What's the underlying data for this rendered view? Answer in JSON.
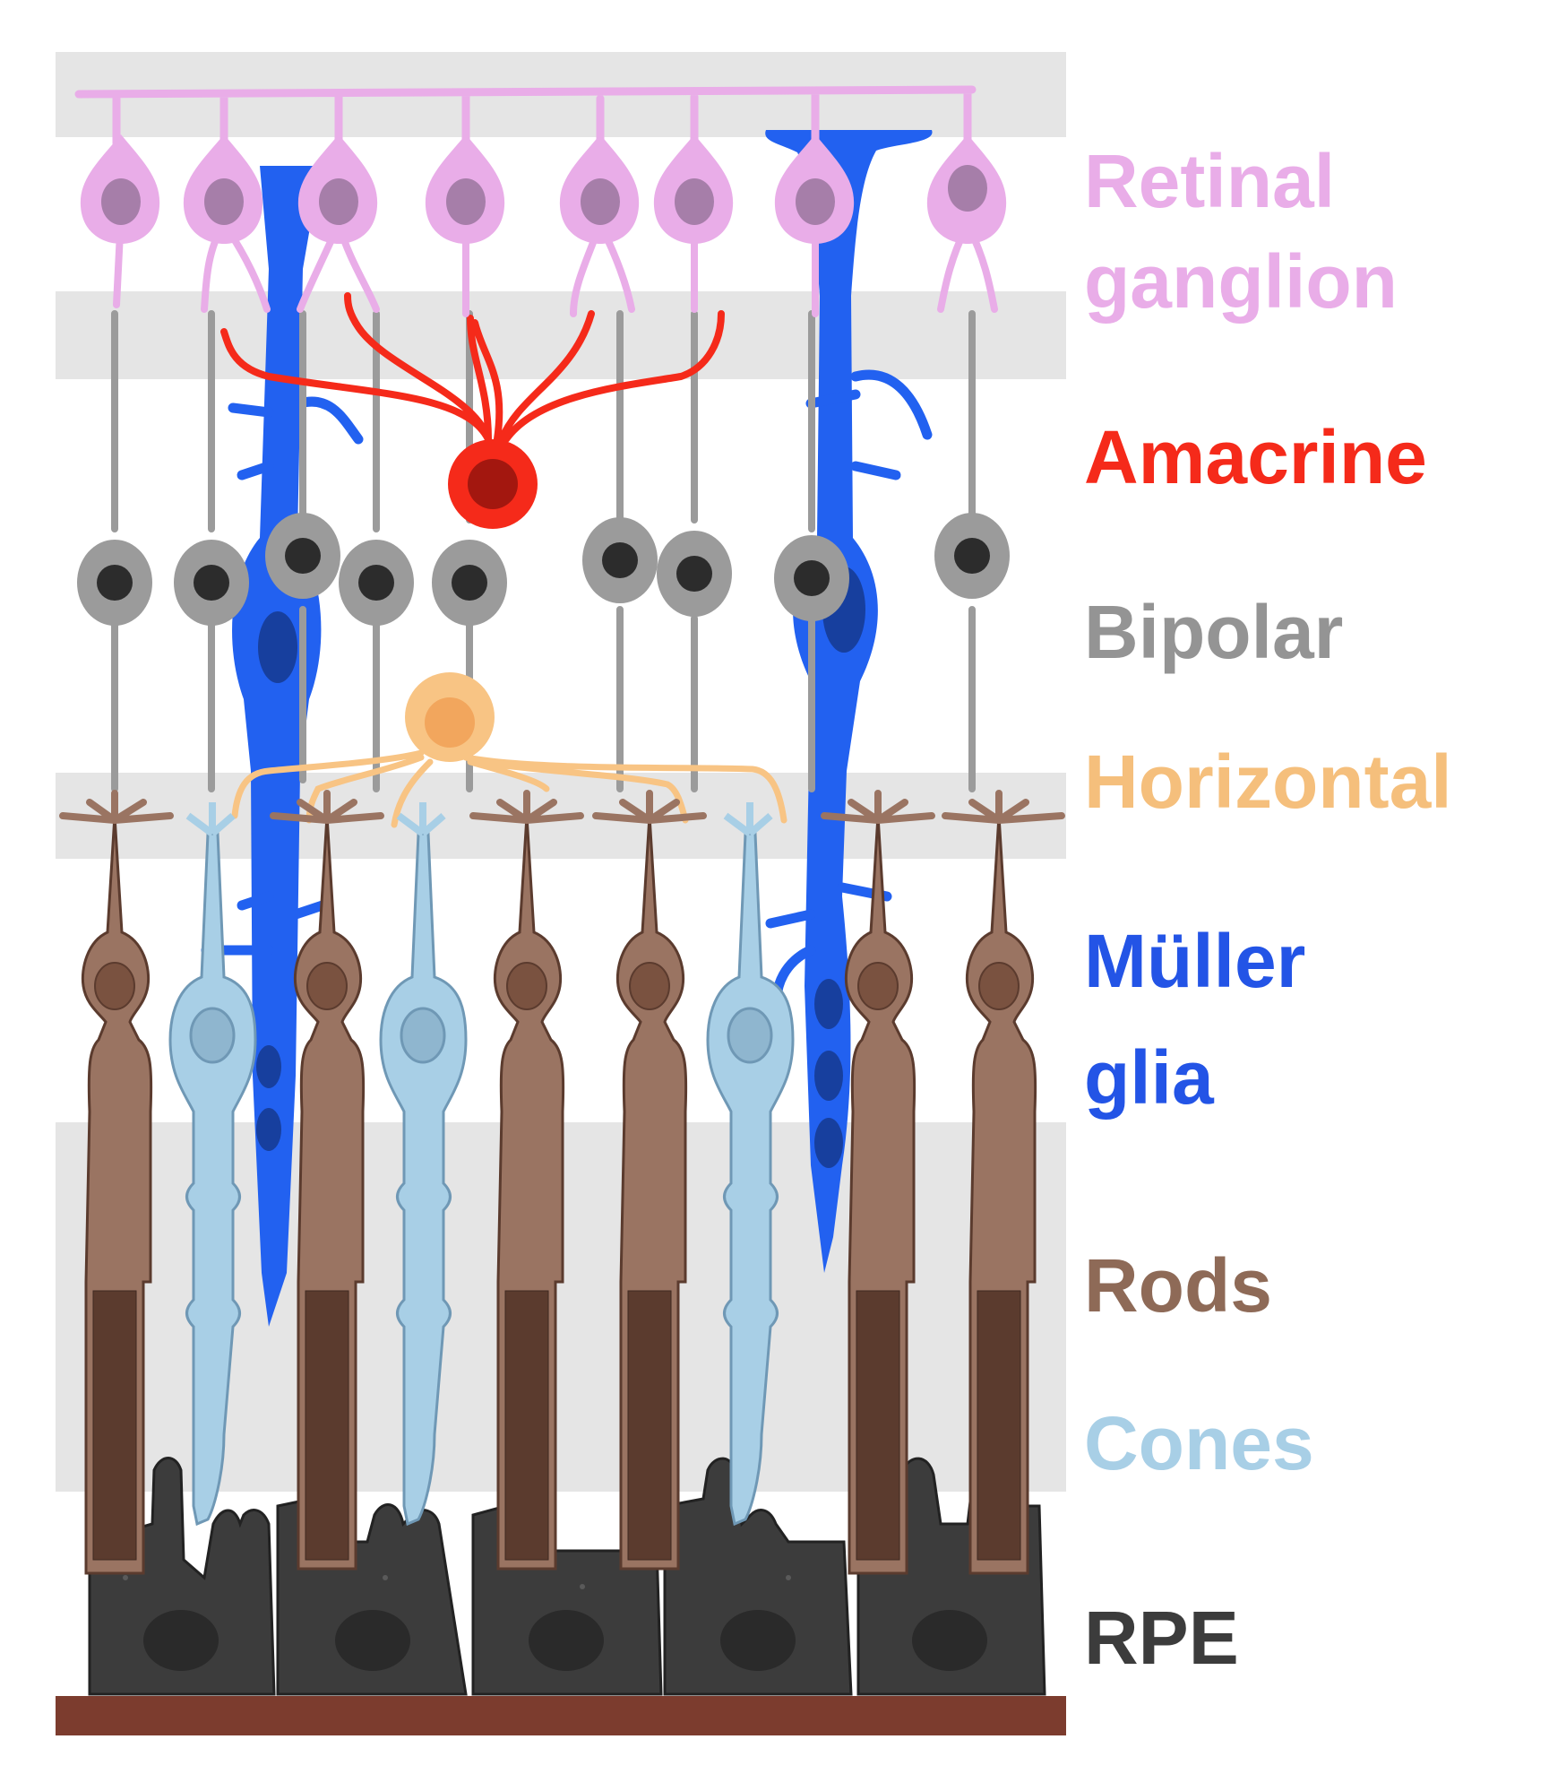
{
  "labels": {
    "retinal_ganglion_line1": "Retinal",
    "retinal_ganglion_line2": "ganglion",
    "amacrine": "Amacrine",
    "bipolar": "Bipolar",
    "horizontal": "Horizontal",
    "muller_line1": "Müller",
    "muller_line2": "glia",
    "rods": "Rods",
    "cones": "Cones",
    "rpe": "RPE"
  },
  "colors": {
    "ganglion": "#e9ade8",
    "ganglion_nucleus": "#a67ea9",
    "amacrine": "#f52a1a",
    "amacrine_nucleus": "#a3170f",
    "bipolar": "#9b9b9b",
    "bipolar_nucleus": "#2c2c2c",
    "horizontal": "#f8c484",
    "muller": "#2261f0",
    "muller_nucleus": "#173f9e",
    "rod": "#9a7462",
    "rod_dark": "#5b3b2e",
    "cone": "#a8cfe6",
    "cone_stroke": "#6f98b5",
    "rpe": "#3c3c3c",
    "membrane": "#7c3c2e",
    "layer_band": "#e5e5e5"
  }
}
